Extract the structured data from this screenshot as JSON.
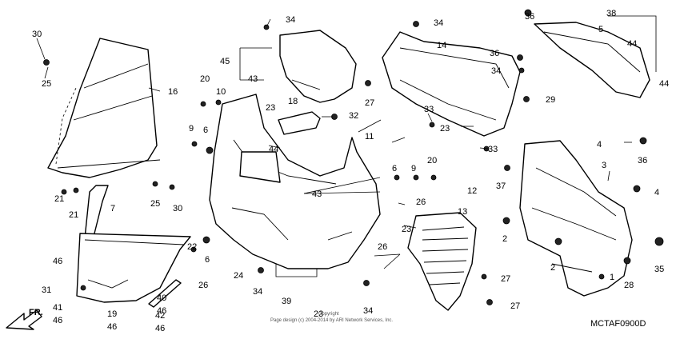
{
  "diagram_code": "MCTAF0900D",
  "copyright_line1": "Copyright",
  "copyright_line2": "Page design (c) 2004-2014 by ARI Network Services, Inc.",
  "direction_label": "FR.",
  "callouts": [
    "30",
    "25",
    "16",
    "20",
    "10",
    "45",
    "43",
    "34",
    "18",
    "23",
    "27",
    "34",
    "14",
    "36",
    "38",
    "5",
    "44",
    "36",
    "34",
    "29",
    "44",
    "32",
    "33",
    "23",
    "11",
    "36",
    "33",
    "9",
    "6",
    "44",
    "21",
    "21",
    "7",
    "25",
    "30",
    "6",
    "9",
    "20",
    "12",
    "37",
    "3",
    "4",
    "4",
    "43",
    "26",
    "13",
    "23",
    "22",
    "46",
    "6",
    "24",
    "26",
    "2",
    "2",
    "35",
    "31",
    "41",
    "46",
    "19",
    "46",
    "42",
    "46",
    "40",
    "46",
    "26",
    "34",
    "39",
    "23",
    "34",
    "27",
    "27",
    "1",
    "28"
  ]
}
